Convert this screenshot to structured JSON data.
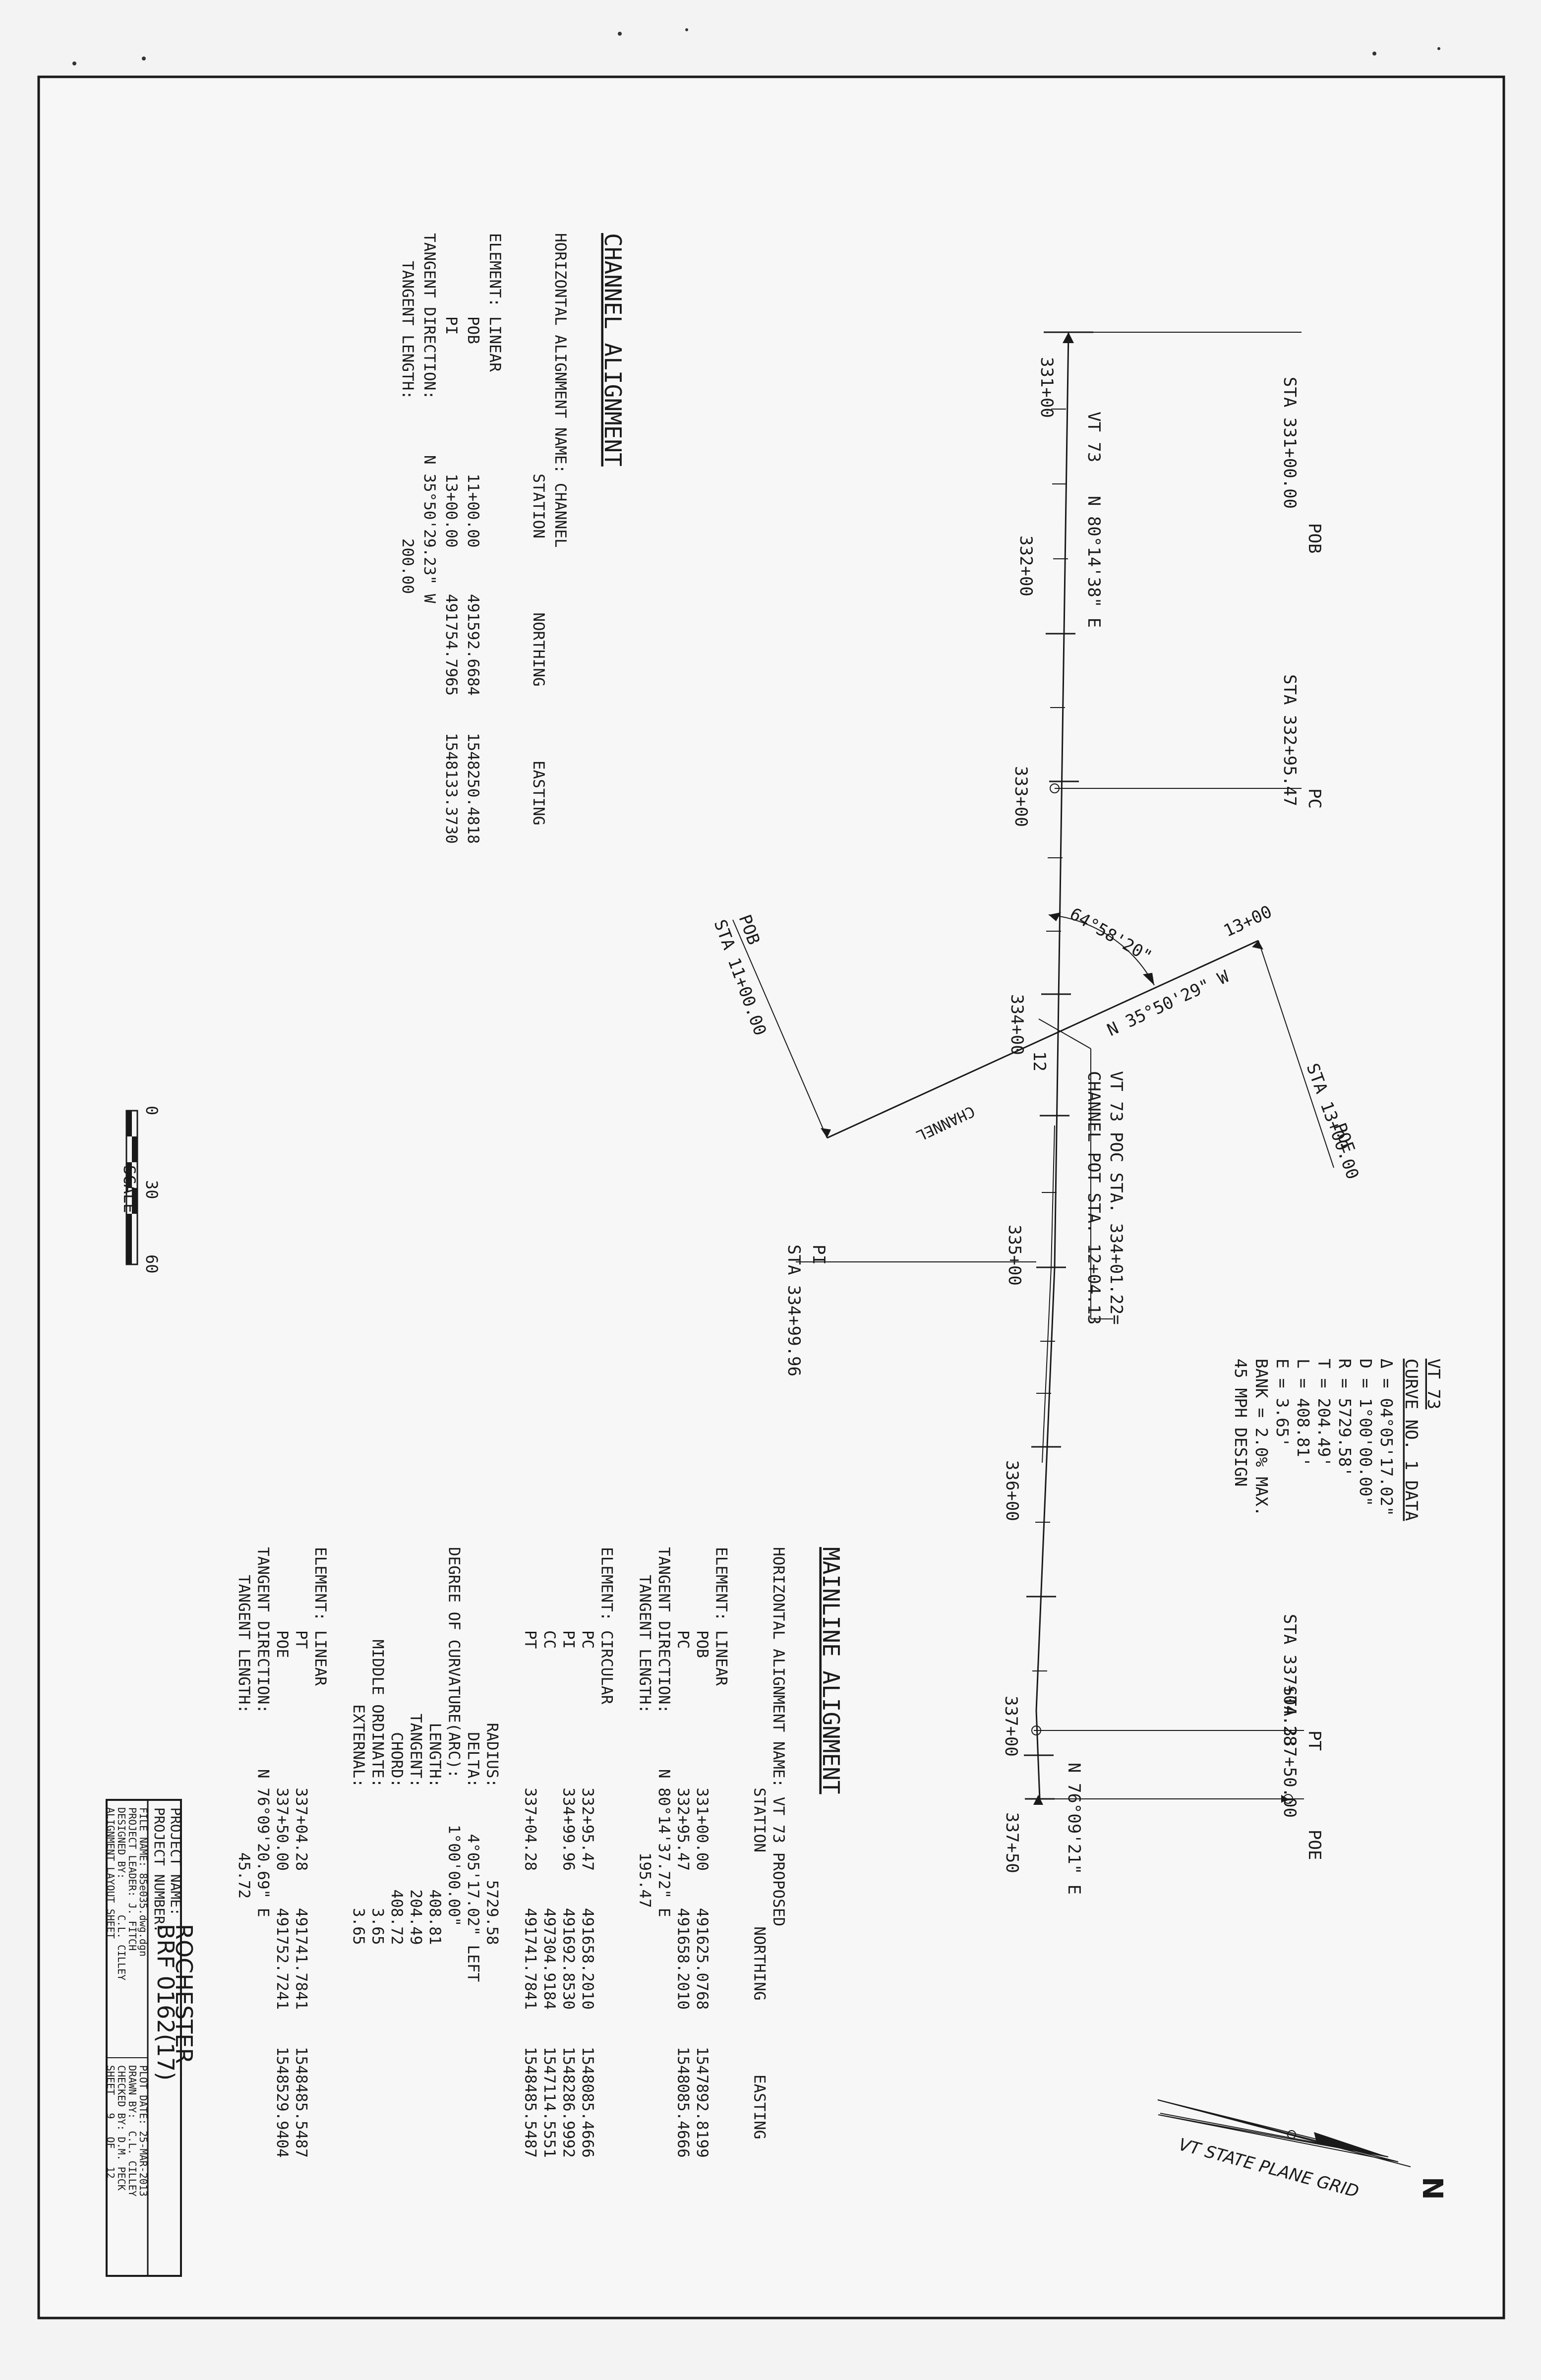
{
  "curve_data": {
    "title": "VT 73",
    "subtitle": "CURVE NO. 1 DATA",
    "lines": [
      "Δ = 04°05'17.02\"",
      "D = 1°00'00.00\"",
      "R = 5729.58'",
      "T = 204.49'",
      "L = 408.81'",
      "E = 3.65'",
      "BANK = 2.0% MAX.",
      "45 MPH DESIGN"
    ]
  },
  "plan": {
    "mainline_label": "VT 73",
    "channel_label": "CHANNEL",
    "bearing_main_start": "N 80°14'38\" E",
    "bearing_main_end": "N 76°09'21\" E",
    "bearing_channel": "N 35°50'29\" W",
    "angle": "64°58'20\"",
    "intersection": [
      "VT 73 POC STA. 334+01.22=",
      "CHANNEL POT STA. 12+04.13"
    ],
    "channel_start_sta": "12",
    "stations": [
      "331+00",
      "332+00",
      "333+00",
      "334+00",
      "335+00",
      "336+00",
      "337+00",
      "337+50"
    ],
    "channel_end_sta": "13+00",
    "callouts": [
      {
        "name": "POB",
        "sta": "STA 331+00.00"
      },
      {
        "name": "PC",
        "sta": "STA 332+95.47"
      },
      {
        "name": "PI",
        "sta": "STA 334+99.96"
      },
      {
        "name": "PT",
        "sta": "STA 337+04.28"
      },
      {
        "name": "POE",
        "sta": "STA 337+50.00"
      },
      {
        "name": "POB",
        "sta": "STA 11+00.00"
      },
      {
        "name": "POE",
        "sta": "STA 13+00.00"
      }
    ],
    "scale": {
      "label": "SCALE",
      "ticks": [
        "0",
        "30",
        "60"
      ]
    },
    "north": {
      "grid_label": "VT STATE PLANE GRID",
      "north_letter": "N"
    }
  },
  "channel_table": {
    "title": "CHANNEL ALIGNMENT",
    "lines": [
      "HORIZONTAL ALIGNMENT NAME: CHANNEL",
      "                          STATION        NORTHING        EASTING",
      "",
      "ELEMENT: LINEAR",
      "         POB              11+00.00     491592.6684    1548250.4818",
      "         PI               13+00.00     491754.7965    1548133.3730",
      "TANGENT DIRECTION:      N 35°50'29.23\" W",
      "   TANGENT LENGTH:               200.00"
    ]
  },
  "mainline_table": {
    "title": "MAINLINE ALIGNMENT",
    "lines": [
      "HORIZONTAL ALIGNMENT NAME: VT 73 PROPOSED",
      "                          STATION        NORTHING        EASTING",
      "",
      "ELEMENT: LINEAR",
      "         POB              331+00.00    491625.0768    1547892.8199",
      "         PC               332+95.47    491658.2010    1548085.4666",
      "TANGENT DIRECTION:      N 80°14'37.72\" E",
      "   TANGENT LENGTH:               195.47",
      "",
      "ELEMENT: CIRCULAR",
      "         PC               332+95.47    491658.2010    1548085.4666",
      "         PI               334+99.96    491692.8530    1548286.9992",
      "         CC                            497304.9184    1547114.5551",
      "         PT               337+04.28    491741.7841    1548485.5487",
      "",
      "                   RADIUS:          5729.58",
      "                    DELTA:     4°05'17.02\" LEFT",
      "DEGREE OF CURVATURE(ARC):     1°00'00.00\"",
      "                   LENGTH:           408.81",
      "                  TANGENT:           204.49",
      "                    CHORD:           408.72",
      "          MIDDLE ORDINATE:             3.65",
      "                 EXTERNAL:             3.65",
      "",
      "ELEMENT: LINEAR",
      "         PT               337+04.28    491741.7841    1548485.5487",
      "         POE              337+50.00    491752.7241    1548529.9404",
      "TANGENT DIRECTION:      N 76°09'20.69\" E",
      "   TANGENT LENGTH:               45.72"
    ]
  },
  "title_block": {
    "project_name_label": "PROJECT NAME:",
    "project_name": "ROCHESTER",
    "project_number_label": "PROJECT NUMBER:",
    "project_number": "BRF 0162(17)",
    "left_lines": [
      "FILE NAME: 85e035.dwg.dgn",
      "PROJECT LEADER: J. FITCH",
      "DESIGNED BY:      C.L. CILLEY",
      "ALIGNMENT LAYOUT SHEET"
    ],
    "right_lines": [
      "PLOT DATE: 25-MAR-2013",
      "DRAWN BY:  C.L. CILLEY",
      "CHECKED BY: D.M. PECK",
      "SHEET   9   OF   12"
    ]
  }
}
